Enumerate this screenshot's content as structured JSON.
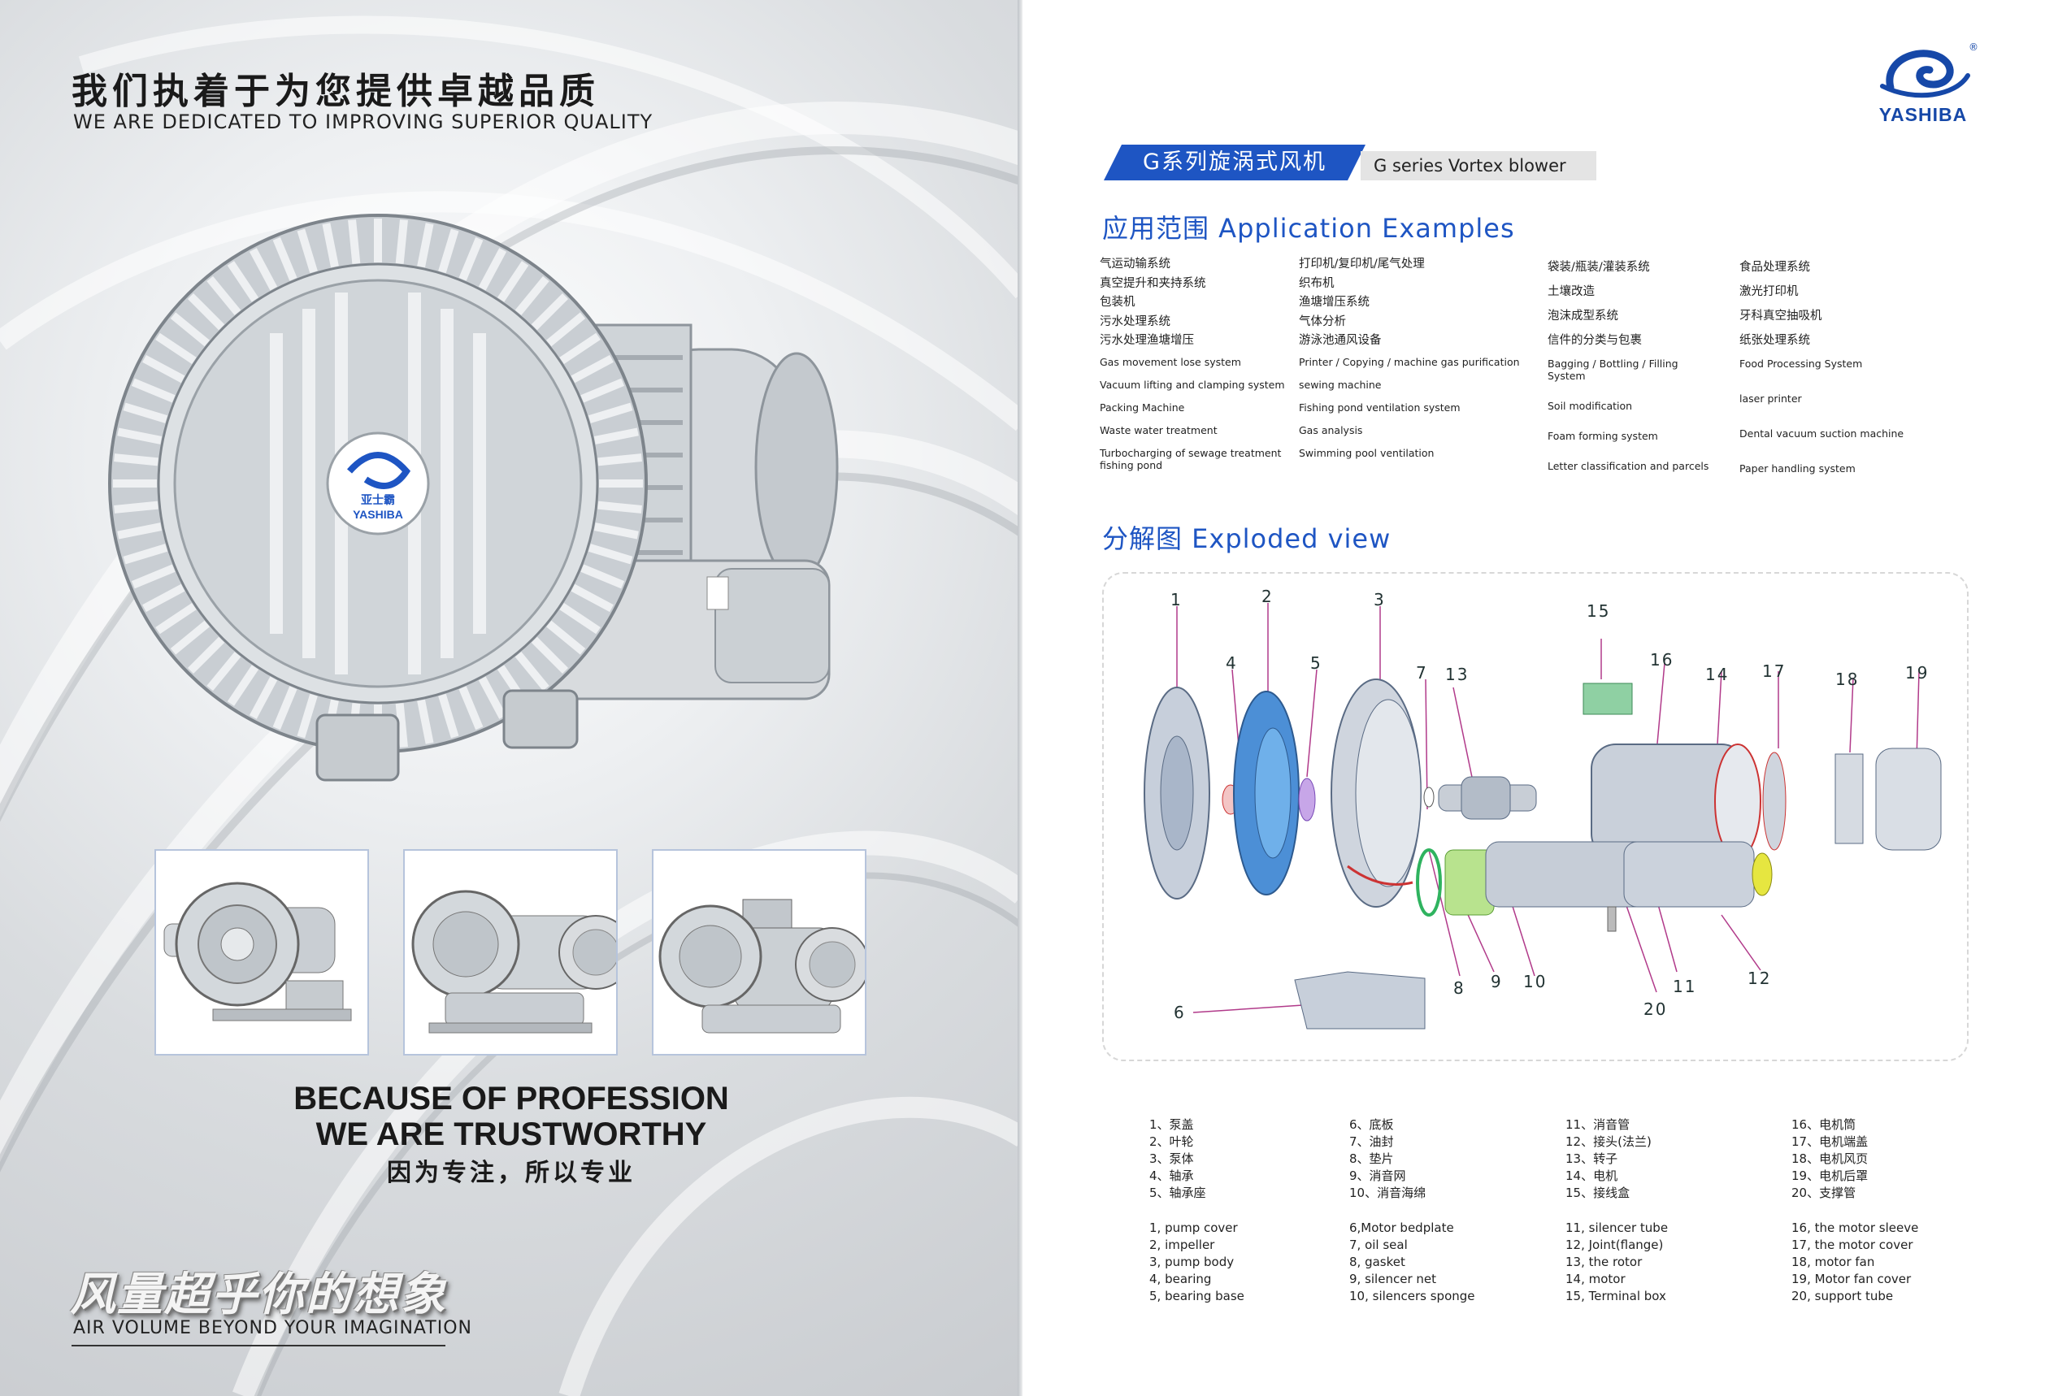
{
  "left_page": {
    "headline_cn": "我们执着于为您提供卓越品质",
    "headline_en": "WE ARE DEDICATED TO IMPROVING SUPERIOR QUALITY",
    "hero_logo_cn": "亚士霸",
    "hero_logo_en": "YASHIBA",
    "tagline_en_1": "BECAUSE OF PROFESSION",
    "tagline_en_2": "WE ARE TRUSTWORTHY",
    "tagline_cn": "因为专注，所以专业",
    "slogan_cn": "风量超乎你的想象",
    "slogan_en": "AIR VOLUME BEYOND YOUR IMAGINATION"
  },
  "right_page": {
    "brand": "YASHIBA",
    "registered": "®",
    "banner_cn": "G系列旋涡式风机",
    "banner_en": "G series Vortex blower",
    "applications_title": "应用范围  Application Examples",
    "exploded_title": "分解图 Exploded view",
    "applications": [
      {
        "cn": [
          "气运动输系统",
          "真空提升和夹持系统",
          "包装机",
          "污水处理系统",
          "污水处理渔塘增压"
        ],
        "en": [
          "Gas movement lose system",
          "Vacuum lifting and clamping system",
          "Packing Machine",
          "Waste water treatment",
          "Turbocharging of sewage treatment fishing pond"
        ]
      },
      {
        "cn": [
          "打印机/复印机/尾气处理",
          "织布机",
          "渔塘增压系统",
          "气体分析",
          "游泳池通风设备"
        ],
        "en": [
          "Printer / Copying / machine gas purification",
          "sewing machine",
          "Fishing pond ventilation system",
          "Gas analysis",
          "Swimming pool ventilation"
        ]
      },
      {
        "cn": [
          "袋装/瓶装/灌装系统",
          "土壤改造",
          "泡沫成型系统",
          "信件的分类与包裹"
        ],
        "en": [
          "Bagging / Bottling / Filling System",
          "Soil modification",
          "Foam forming system",
          "Letter classification and parcels"
        ]
      },
      {
        "cn": [
          "食品处理系统",
          "激光打印机",
          "牙科真空抽吸机",
          "纸张处理系统"
        ],
        "en": [
          "Food Processing System",
          "laser printer",
          "Dental vacuum suction machine",
          "Paper handling system"
        ]
      }
    ],
    "callouts": [
      "1",
      "2",
      "3",
      "4",
      "5",
      "6",
      "7",
      "8",
      "9",
      "10",
      "11",
      "12",
      "13",
      "14",
      "15",
      "16",
      "17",
      "18",
      "19",
      "20"
    ],
    "parts_cn": [
      [
        "1、泵盖",
        "2、叶轮",
        "3、泵体",
        "4、轴承",
        "5、轴承座"
      ],
      [
        "6、底板",
        "7、油封",
        "8、垫片",
        "9、消音网",
        "10、消音海绵"
      ],
      [
        "11、消音管",
        "12、接头(法兰)",
        "13、转子",
        "14、电机",
        "15、接线盒"
      ],
      [
        "16、电机筒",
        "17、电机端盖",
        "18、电机风页",
        "19、电机后罩",
        "20、支撑管"
      ]
    ],
    "parts_en": [
      [
        "1, pump cover",
        "2, impeller",
        "3, pump body",
        "4, bearing",
        "5, bearing base"
      ],
      [
        "6,Motor bedplate",
        "7, oil seal",
        "8, gasket",
        "9, silencer net",
        "10, silencers sponge"
      ],
      [
        "11, silencer tube",
        "12, Joint(flange)",
        "13, the rotor",
        "14, motor",
        "15, Terminal box"
      ],
      [
        "16, the motor sleeve",
        "17, the motor cover",
        "18, motor fan",
        "19, Motor fan cover",
        "20, support tube"
      ]
    ]
  },
  "colors": {
    "accent_blue": "#1e55c3",
    "brand_blue": "#1648a8"
  }
}
